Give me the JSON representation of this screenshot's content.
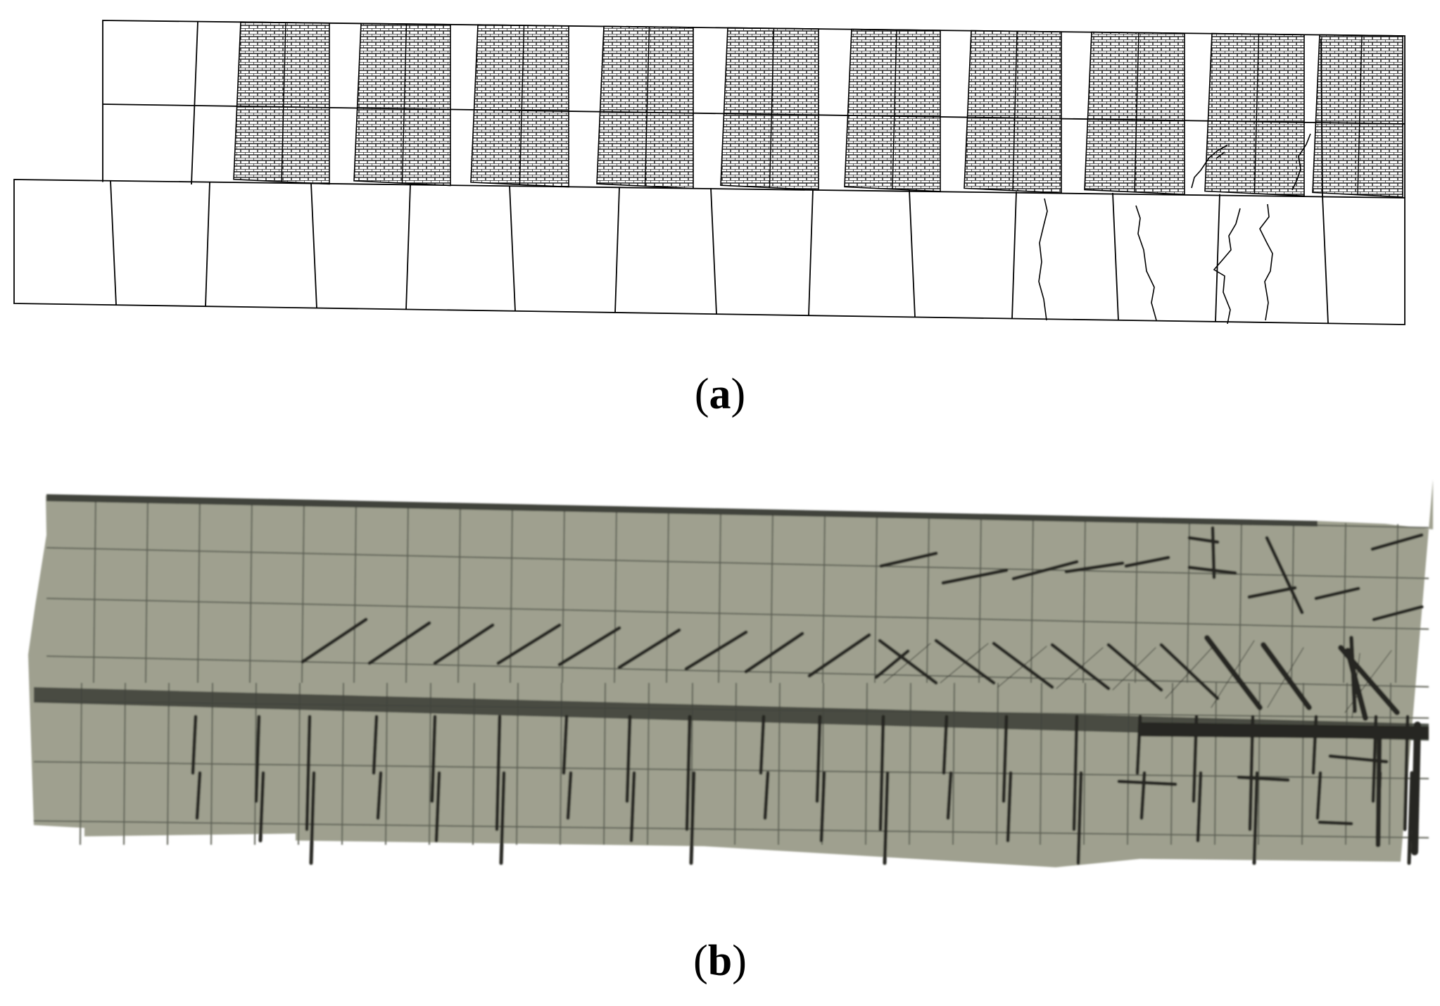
{
  "figure": {
    "panel_a": {
      "label": "(a)",
      "label_letter": "a"
    },
    "panel_b": {
      "label": "(b)",
      "label_letter": "b"
    }
  },
  "colors": {
    "line": "#000000",
    "infill_hatch": "#1a1a1a",
    "infill_background": "#ffffff",
    "fe_mesh_face": "#9fa08f",
    "fe_mesh_line": "#5f6256",
    "fe_beam_band": "#3f423a",
    "crack": "#262820"
  }
}
